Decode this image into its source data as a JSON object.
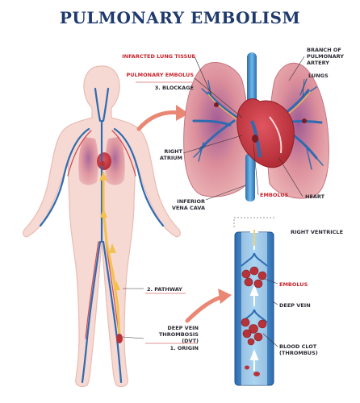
{
  "title": "PULMONARY EMBOLISM",
  "labels": {
    "infarcted_lung_tissue": "INFARCTED LUNG TISSUE",
    "pulmonary_embolus": "PULMONARY EMBOLUS",
    "blockage": "3. BLOCKAGE",
    "branch_line1": "BRANCH OF",
    "branch_line2": "PULMONARY",
    "branch_line3": "ARTERY",
    "lungs": "LUNGS",
    "right_atrium_line1": "RIGHT",
    "right_atrium_line2": "ATRIUM",
    "embolus_top": "EMBOLUS",
    "heart": "HEART",
    "ivc_line1": "INFERIOR",
    "ivc_line2": "VENA CAVA",
    "right_ventricle": "RIGHT VENTRICLE",
    "embolus_vein": "EMBOLUS",
    "deep_vein": "DEEP VEIN",
    "pathway": "2. PATHWAY",
    "dvt_line1": "DEEP VEIN",
    "dvt_line2": "THROMBOSIS (DVT)",
    "origin": "1. ORIGIN",
    "clot_line1": "BLOOD CLOT",
    "clot_line2": "(THROMBUS)"
  },
  "colors": {
    "title": "#1f3a6d",
    "vein_blue": "#2e6bb0",
    "vessel_light": "#5aa9dc",
    "lung_pink": "#e6a3a8",
    "lung_purple": "#8a4a8c",
    "clot_red": "#b8323a",
    "body_skin": "#f6d9d3",
    "arrow": "#e98774",
    "path_yellow": "#f2c14e",
    "label_red": "#c8242c"
  }
}
